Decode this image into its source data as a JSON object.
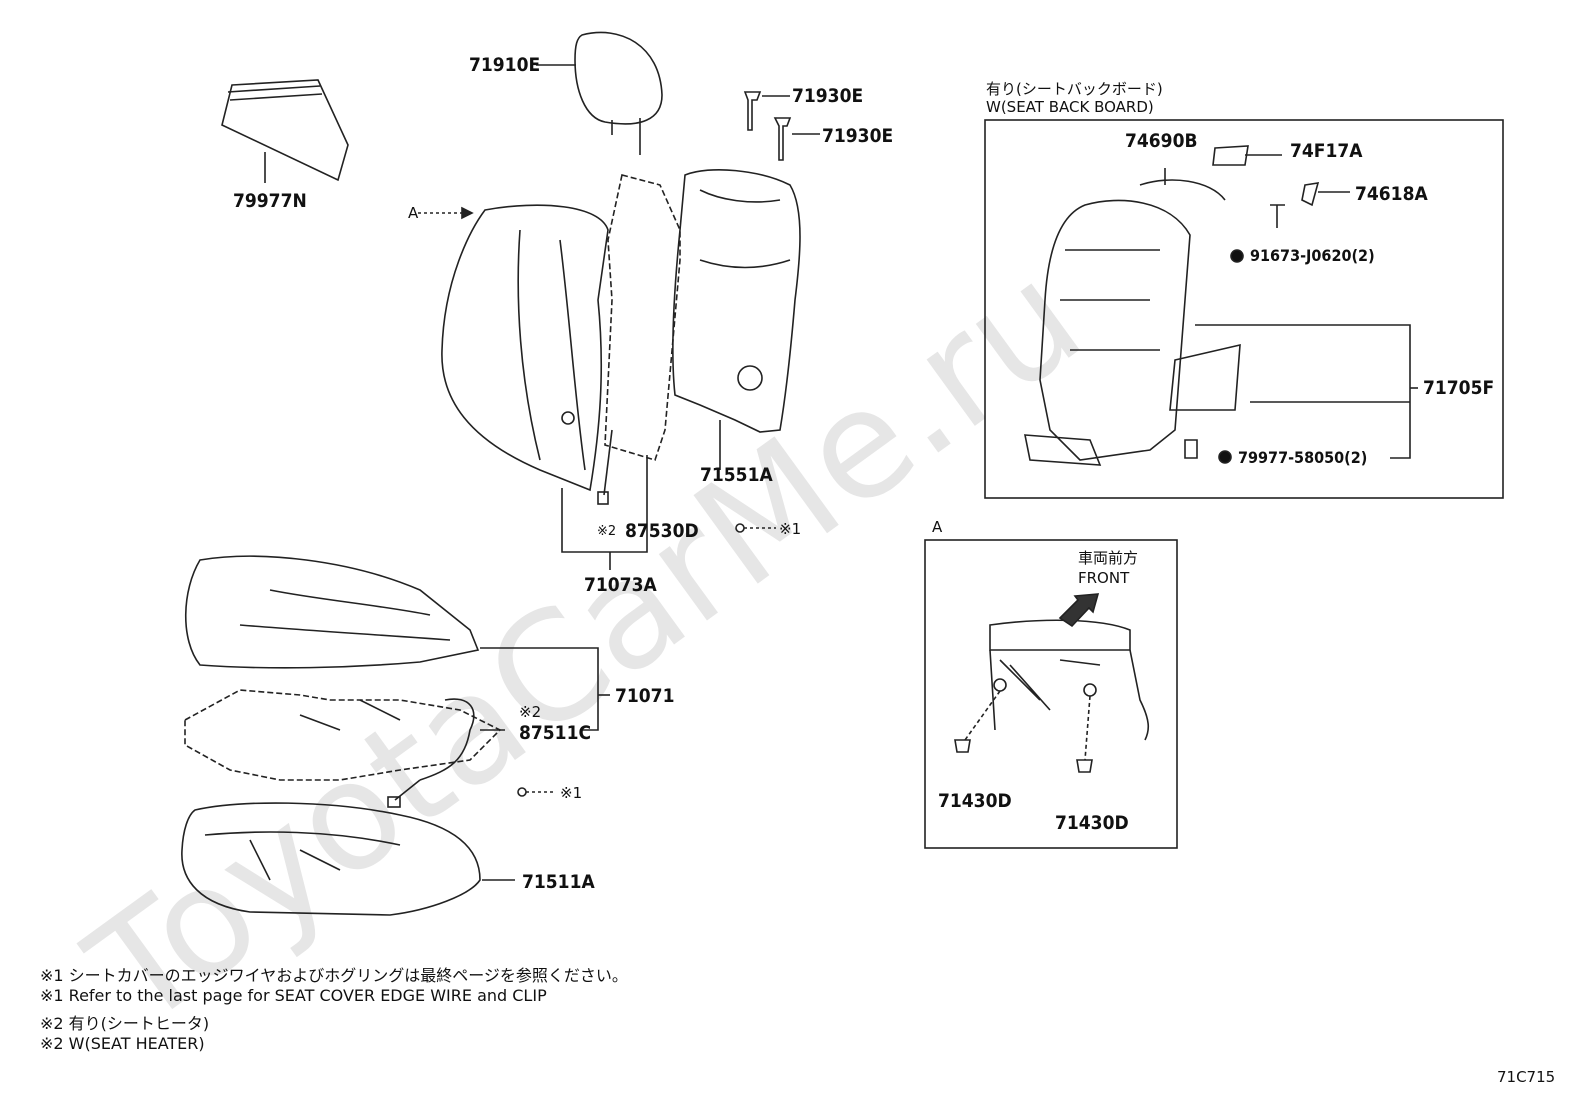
{
  "watermark": "ToyotaCarMe.ru",
  "parts": {
    "p79977N": "79977N",
    "p71910E": "71910E",
    "p71930E_a": "71930E",
    "p71930E_b": "71930E",
    "p71551A": "71551A",
    "p87530D": "87530D",
    "p87530D_mark": "※2",
    "p71073A": "71073A",
    "p71071": "71071",
    "p87511C": "87511C",
    "p87511C_mark": "※2",
    "p71511A": "71511A",
    "p74690B": "74690B",
    "p74F17A": "74F17A",
    "p74618A": "74618A",
    "p91673": "91673-J0620(2)",
    "p71705F": "71705F",
    "p79977_58050": "79977-58050(2)",
    "p71430D_a": "71430D",
    "p71430D_b": "71430D"
  },
  "refs": {
    "arrow_a": "A",
    "box_a": "A",
    "clip1": "※1",
    "clip2": "※1"
  },
  "seatback_board_box": {
    "title_jp": "有り(シートバックボード)",
    "title_en": "W(SEAT BACK BOARD)"
  },
  "front_box": {
    "label_jp": "車両前方",
    "label_en": "FRONT"
  },
  "notes": [
    "※1 シートカバーのエッジワイヤおよびホグリングは最終ページを参照ください。",
    "※1 Refer to the last page for SEAT COVER EDGE WIRE and CLIP",
    "※2 有り(シートヒータ)",
    "※2 W(SEAT HEATER)"
  ],
  "diagram_code": "71C715"
}
